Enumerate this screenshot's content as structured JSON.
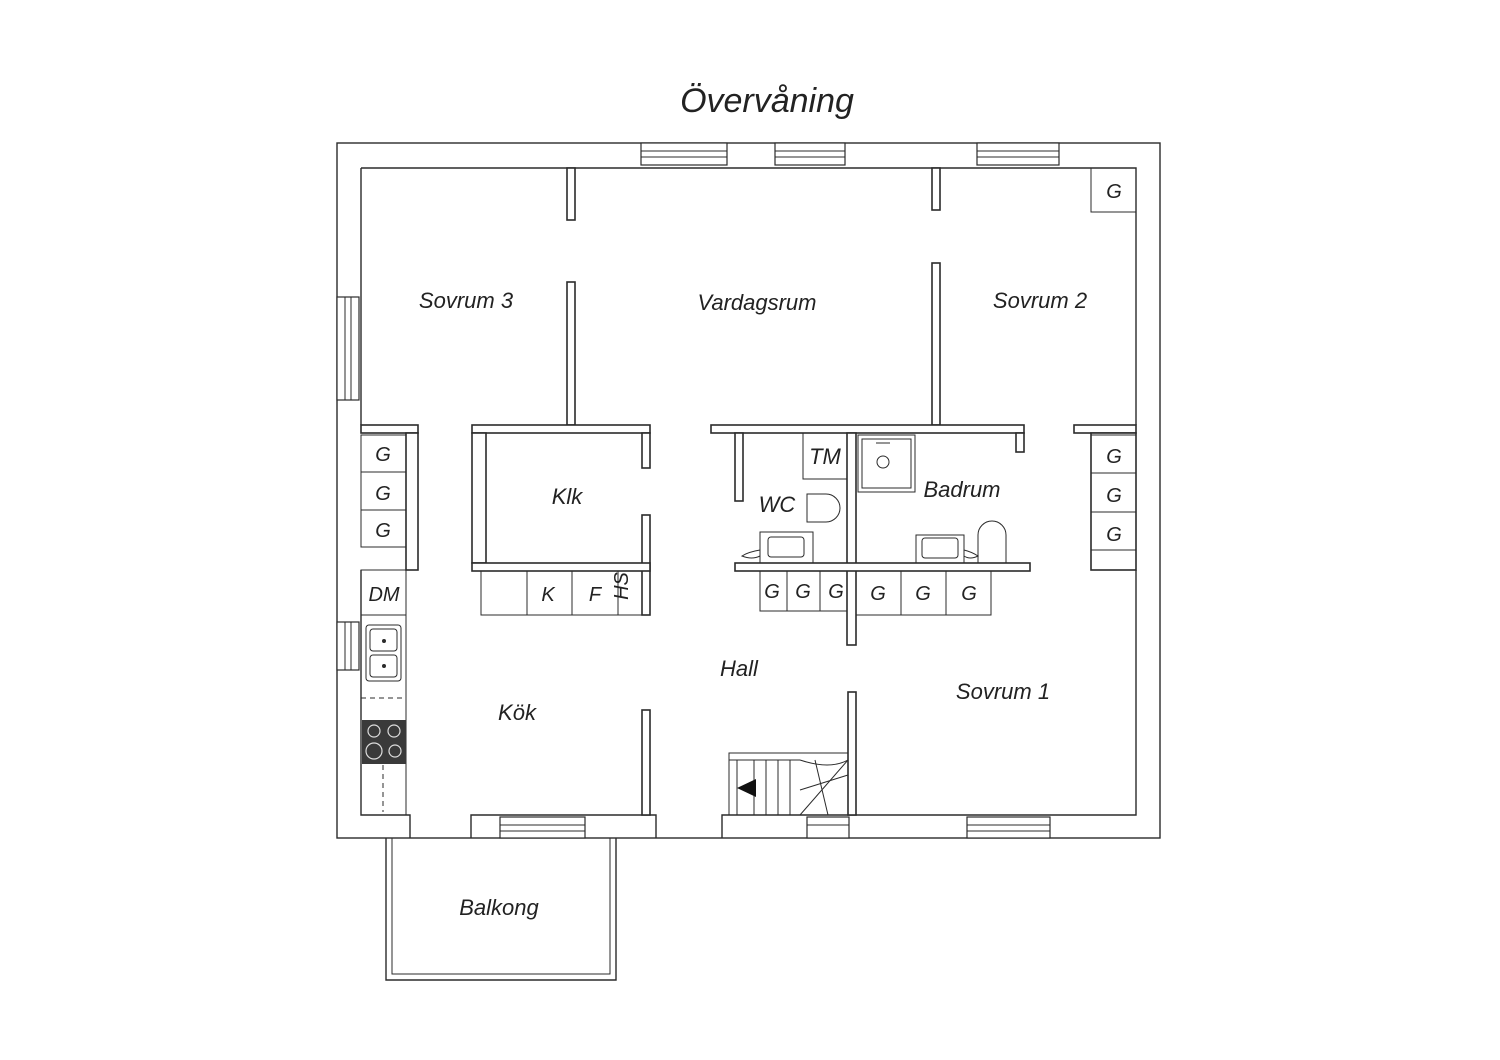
{
  "title": "Övervåning",
  "rooms": {
    "sovrum3": "Sovrum 3",
    "vardagsrum": "Vardagsrum",
    "sovrum2": "Sovrum 2",
    "klk": "Klk",
    "wc": "WC",
    "tm": "TM",
    "badrum": "Badrum",
    "hall": "Hall",
    "kok": "Kök",
    "sovrum1": "Sovrum 1",
    "balkong": "Balkong"
  },
  "fixtures": {
    "g": "G",
    "dm": "DM",
    "k": "K",
    "f": "F",
    "hs": "HS"
  }
}
